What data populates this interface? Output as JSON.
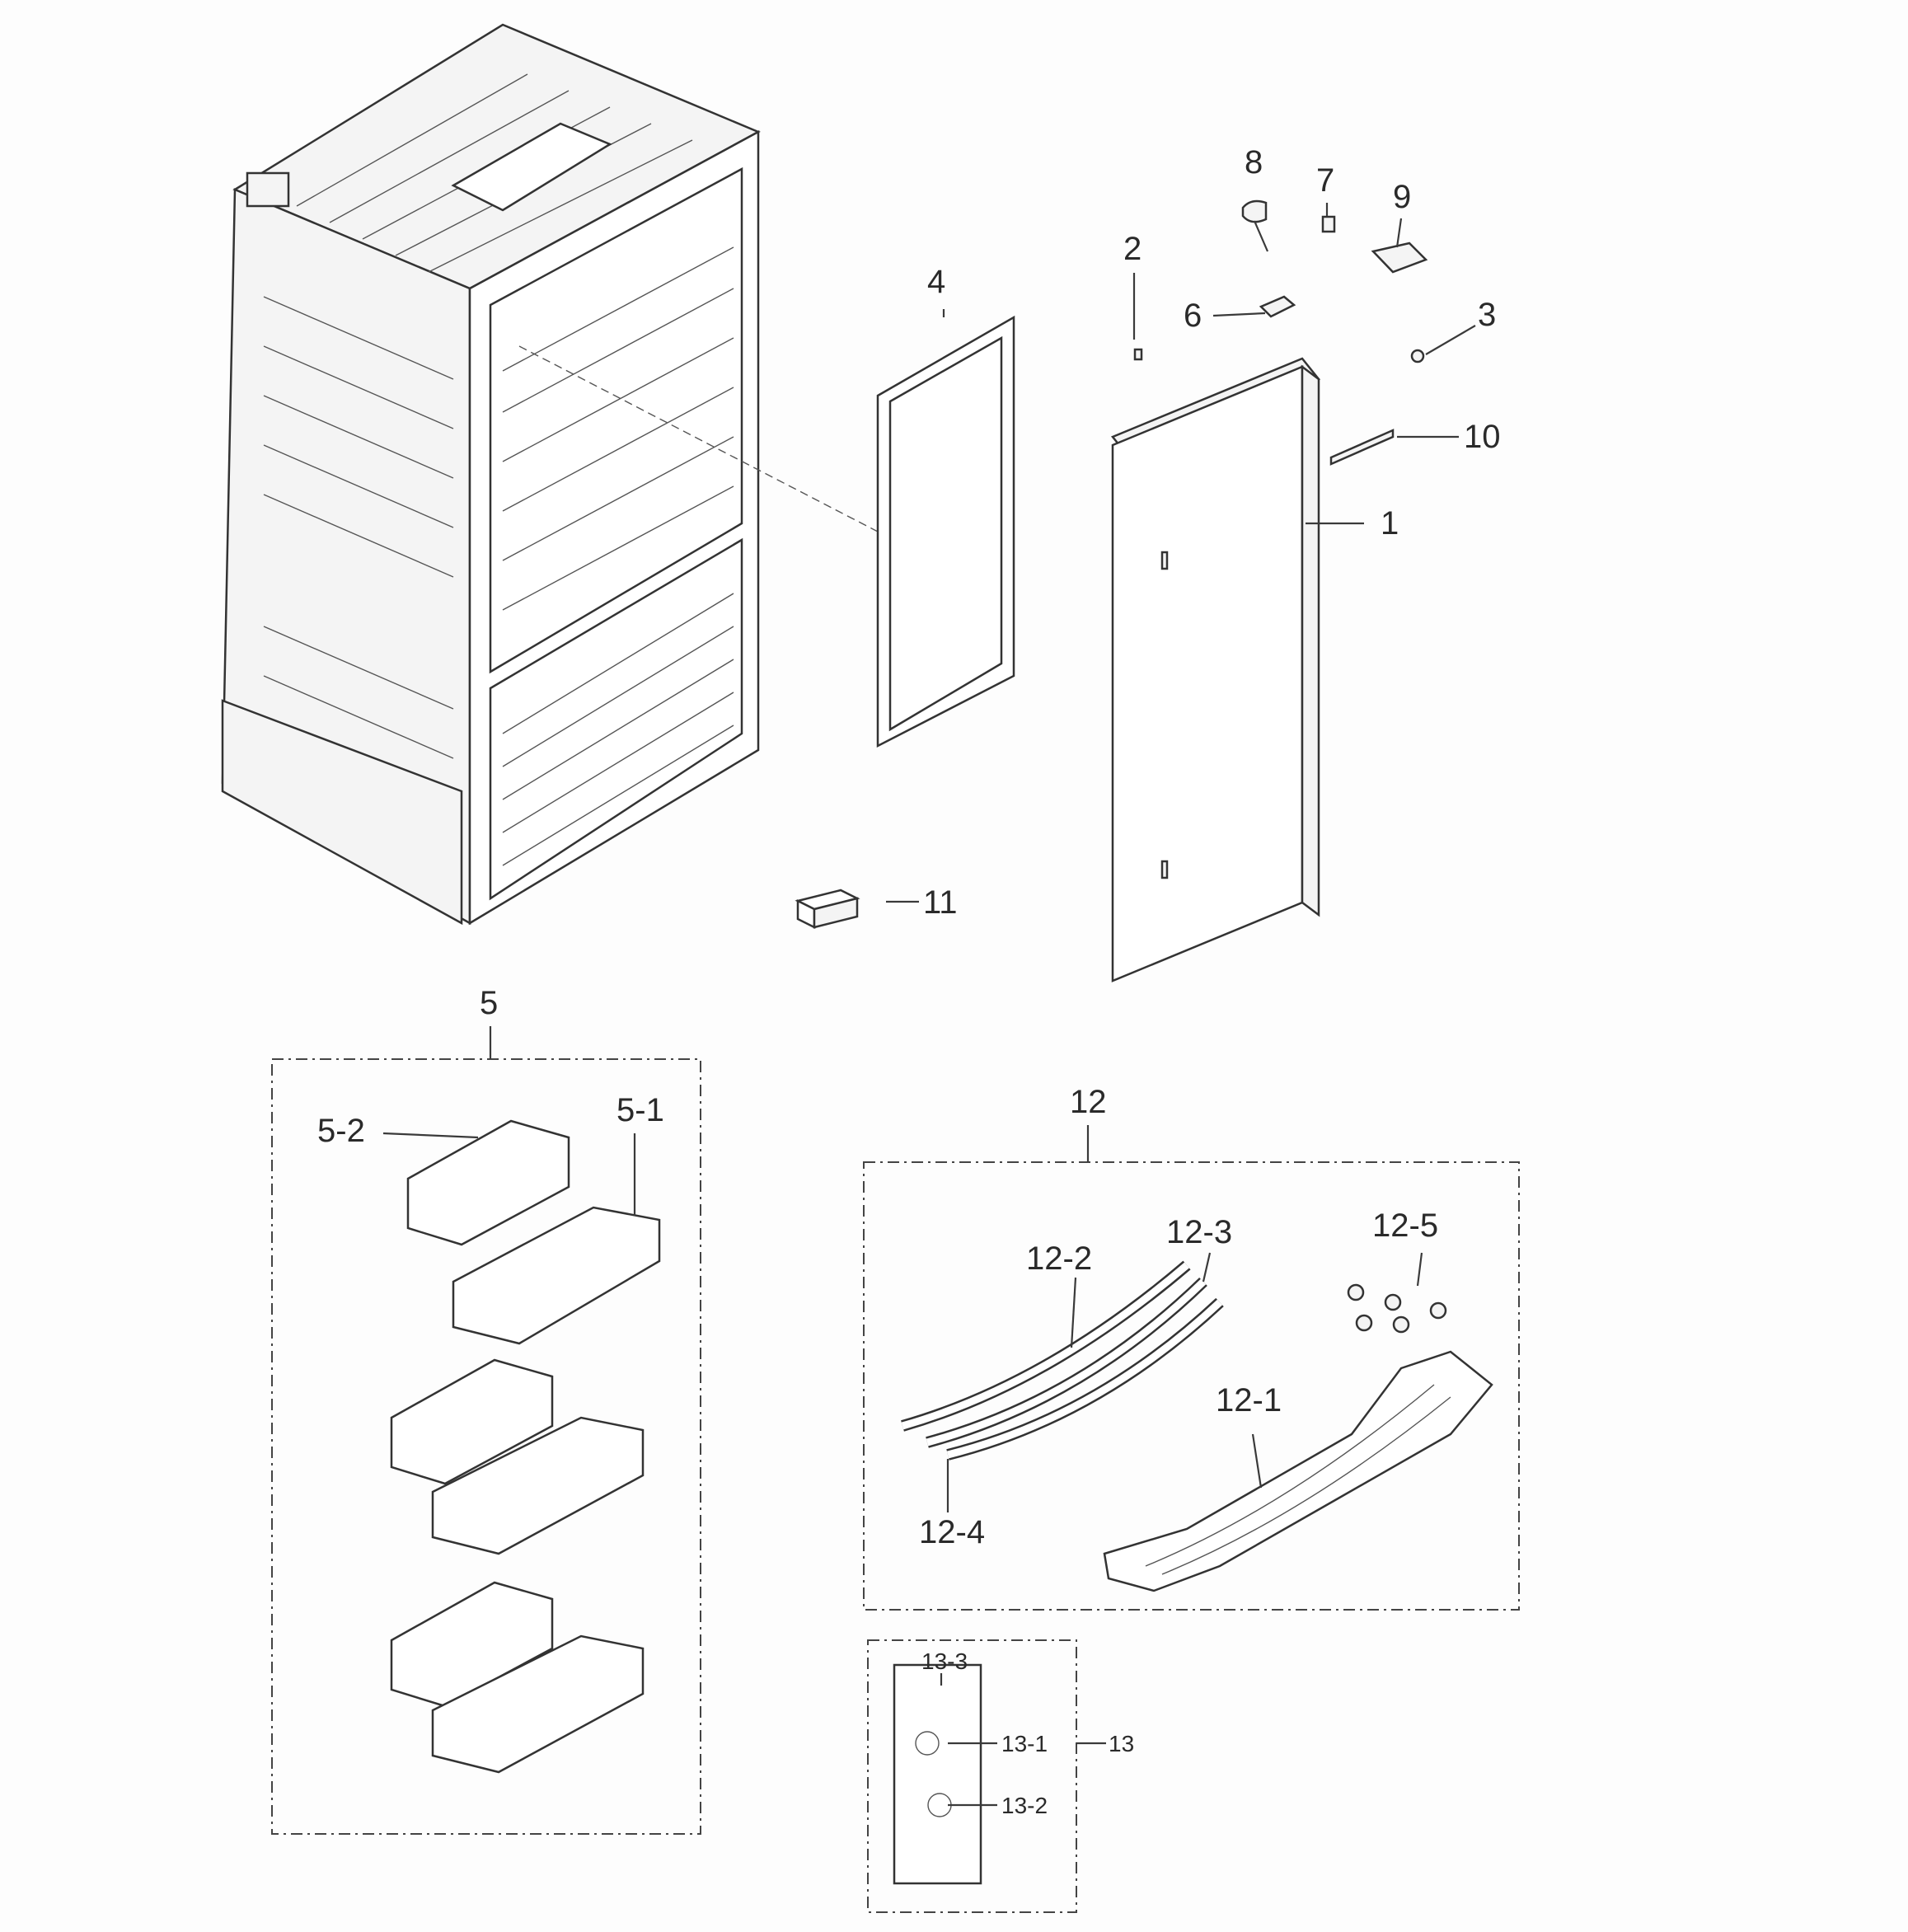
{
  "callouts": {
    "c1": "1",
    "c2": "2",
    "c3": "3",
    "c4": "4",
    "c5": "5",
    "c6": "6",
    "c7": "7",
    "c8": "8",
    "c9": "9",
    "c10": "10",
    "c11": "11",
    "c12": "12",
    "c13": "13",
    "c5_1": "5-1",
    "c5_2": "5-2",
    "c12_1": "12-1",
    "c12_2": "12-2",
    "c12_3": "12-3",
    "c12_4": "12-4",
    "c12_5": "12-5",
    "c13_1": "13-1",
    "c13_2": "13-2",
    "c13_3": "13-3"
  }
}
